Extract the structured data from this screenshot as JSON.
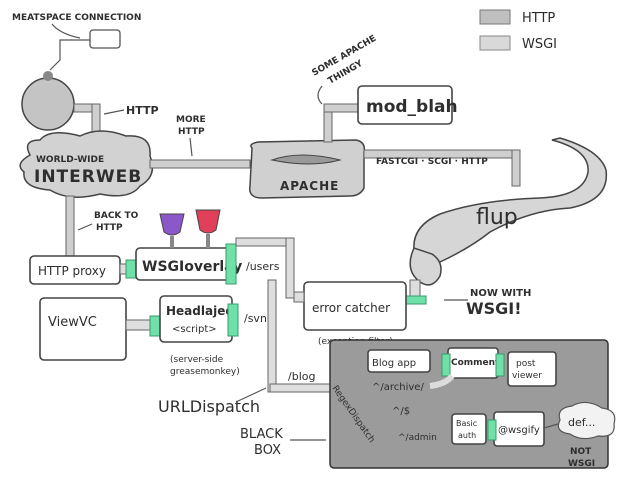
{
  "legend": {
    "http_label": "HTTP",
    "wsgi_label": "WSGI",
    "colors": {
      "http": "#bfbfbf",
      "wsgi": "#d9d9d9",
      "wsgi_accent": "#6fe0a8",
      "red": "#e0405a",
      "purple": "#8a58c8"
    }
  },
  "labels": {
    "meatspace": "MEATSPACE CONNECTION",
    "http1": "HTTP",
    "more_http": [
      "MORE",
      "HTTP"
    ],
    "some_apache": [
      "SOME APACHE",
      "THINGY"
    ],
    "back_to_http": [
      "BACK TO",
      "HTTP"
    ],
    "fastcgi": "FASTCGI · SCGI · HTTP",
    "now_with": [
      "NOW WITH",
      "WSGI!"
    ],
    "exception_filter": "(exception filter)",
    "server_side": [
      "(server-side",
      "greasemonkey)"
    ],
    "urldispatch": "URLDispatch",
    "black_box": [
      "BLACK",
      "BOX"
    ],
    "not_wsgi": [
      "NOT",
      "WSGI"
    ]
  },
  "nodes": {
    "interweb": [
      "WORLD-WIDE",
      "INTERWEB"
    ],
    "apache": "APACHE",
    "mod_blah": "mod_blah",
    "flup": "flup",
    "http_proxy": "HTTP proxy",
    "wsgioverlay": "WSGIoverlay",
    "viewvc": "ViewVC",
    "headlajed": "Headlajed",
    "script": "<script>",
    "errorcatcher": "error catcher",
    "blog_app": "Blog app",
    "comments": "Comments",
    "post_viewer": [
      "post",
      "viewer"
    ],
    "regexdispatch": "RegexDispatch",
    "basic_auth": [
      "Basic",
      "auth"
    ],
    "wsgify": "@wsgify",
    "def": "def..."
  },
  "routes": {
    "users": "/users",
    "svn": "/svn",
    "blog": "/blog",
    "archive": "^/archive/",
    "root": "^/$",
    "admin": "^/admin"
  }
}
